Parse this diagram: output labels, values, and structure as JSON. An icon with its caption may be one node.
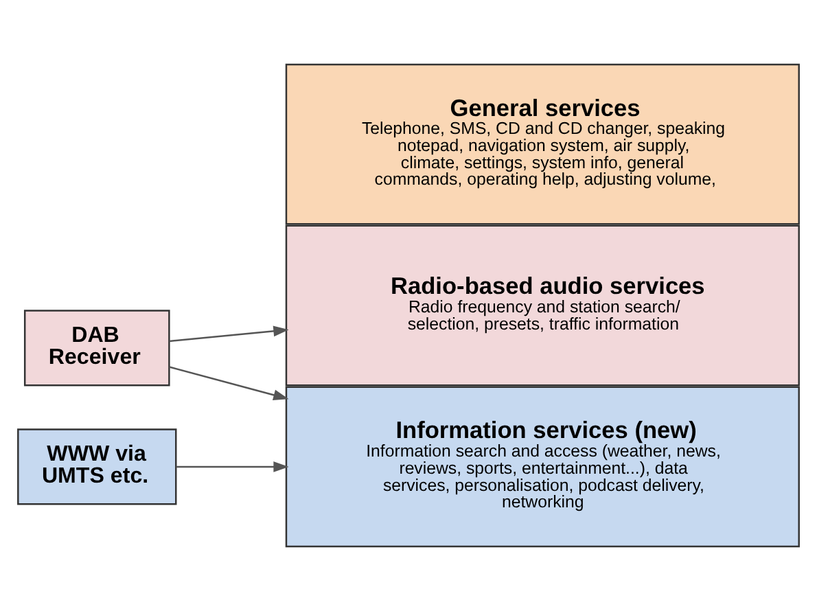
{
  "diagram": {
    "nodes": [
      {
        "text": [
          "General services",
          "Telephone, SMS, CD and CD changer, speaking notepad, navigation system, air supply, climate, settings, system info, general commands, operating help, adjusting volume,"
        ]
      },
      {
        "text": [
          "Radio-based audio services",
          "Radio frequency and station search/ selection, presets, traffic information"
        ]
      },
      {
        "text": [
          "Information services (new)",
          "Information search and access (weather, news, reviews, sports, entertainment...), data services, personalisation, podcast delivery, networking"
        ]
      },
      {
        "text": [
          "DAB Receiver"
        ]
      },
      {
        "text": [
          "WWW via UMTS etc."
        ]
      }
    ],
    "edges": [
      {
        "from": 3,
        "to": 1,
        "arrow": "to"
      },
      {
        "from": 3,
        "to": 2,
        "arrow": "to"
      },
      {
        "from": 4,
        "to": 2,
        "arrow": "to"
      }
    ]
  }
}
